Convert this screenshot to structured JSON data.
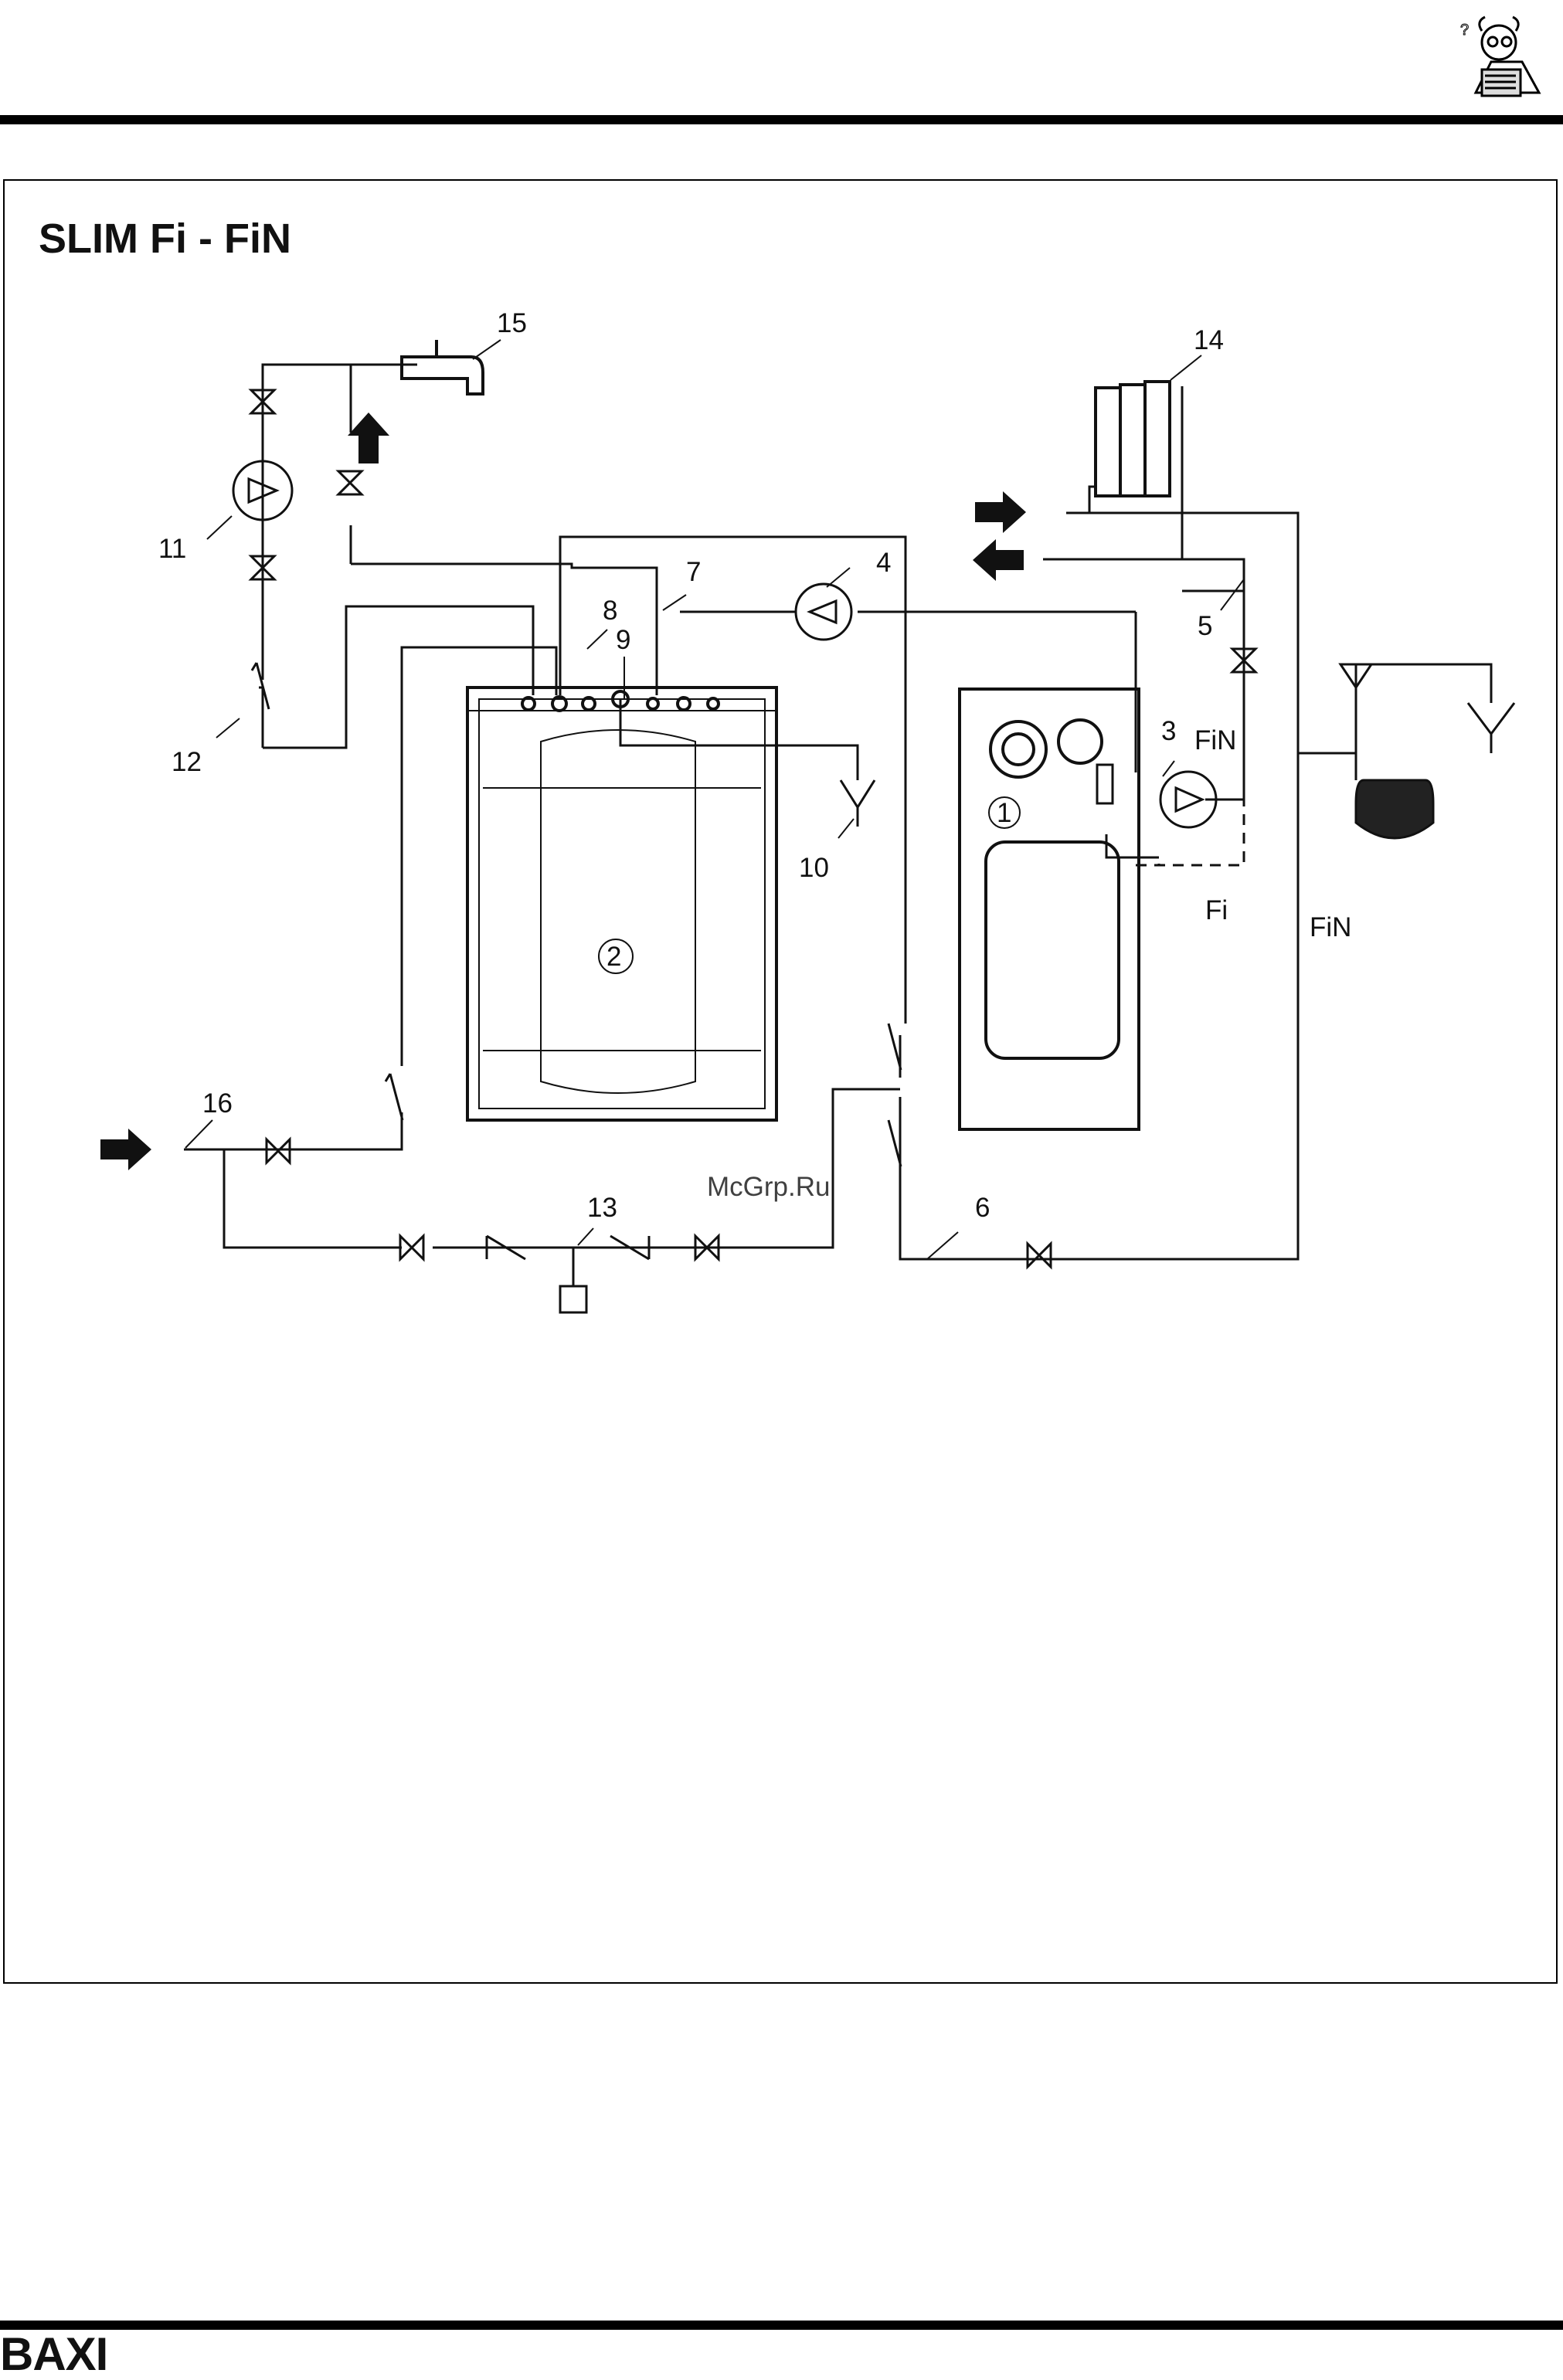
{
  "page": {
    "title": "SLIM Fi - FiN",
    "brand": "BAXI",
    "watermark": "McGrp.Ru"
  },
  "diagram": {
    "callouts": [
      {
        "id": "1",
        "label": "1"
      },
      {
        "id": "2",
        "label": "2"
      },
      {
        "id": "3",
        "label": "3"
      },
      {
        "id": "4",
        "label": "4"
      },
      {
        "id": "5",
        "label": "5"
      },
      {
        "id": "6",
        "label": "6"
      },
      {
        "id": "7",
        "label": "7"
      },
      {
        "id": "8",
        "label": "8"
      },
      {
        "id": "9",
        "label": "9"
      },
      {
        "id": "10",
        "label": "10"
      },
      {
        "id": "11",
        "label": "11"
      },
      {
        "id": "12",
        "label": "12"
      },
      {
        "id": "13",
        "label": "13"
      },
      {
        "id": "14",
        "label": "14"
      },
      {
        "id": "15",
        "label": "15"
      },
      {
        "id": "16",
        "label": "16"
      }
    ],
    "variant_labels": {
      "fin_top": "FiN",
      "fi": "Fi",
      "fin_bottom": "FiN"
    }
  }
}
